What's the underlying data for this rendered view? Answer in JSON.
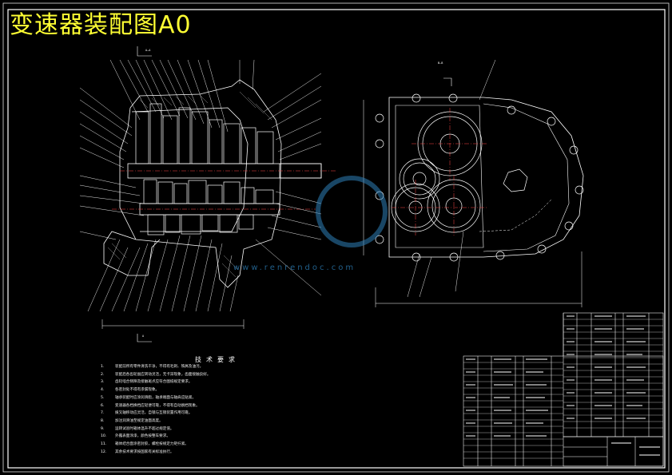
{
  "title": "变速器装配图A0",
  "watermark": "www.renrendoc.com",
  "section_markers": {
    "top_left": "A–A",
    "right_view": "B–B",
    "left_bottom": "A"
  },
  "technical_requirements": {
    "heading": "技术要求",
    "items": [
      "装配前所有零件清洗干净，不得有毛刺、铁屑及油污。",
      "装配后各齿轮副应转动灵活，无卡滞现象，齿面接触良好。",
      "齿轮啮合侧隙及接触斑点应符合图纸规定要求。",
      "各密封处不得有渗漏现象。",
      "轴承装配时应涂润滑脂，轴承端面与轴肩应贴紧。",
      "变速器各档换档应轻便可靠，不得有自动脱档现象。",
      "拨叉轴移动应灵活，自锁与互锁装置作用可靠。",
      "加注润滑油至规定油面高度。",
      "运转试验时箱体温升不超过规定值。",
      "外露表面涂漆，颜色按整车要求。",
      "箱体结合面涂密封胶，螺栓按规定力矩拧紧。",
      "其余技术要求按国家有关标准执行。"
    ]
  }
}
